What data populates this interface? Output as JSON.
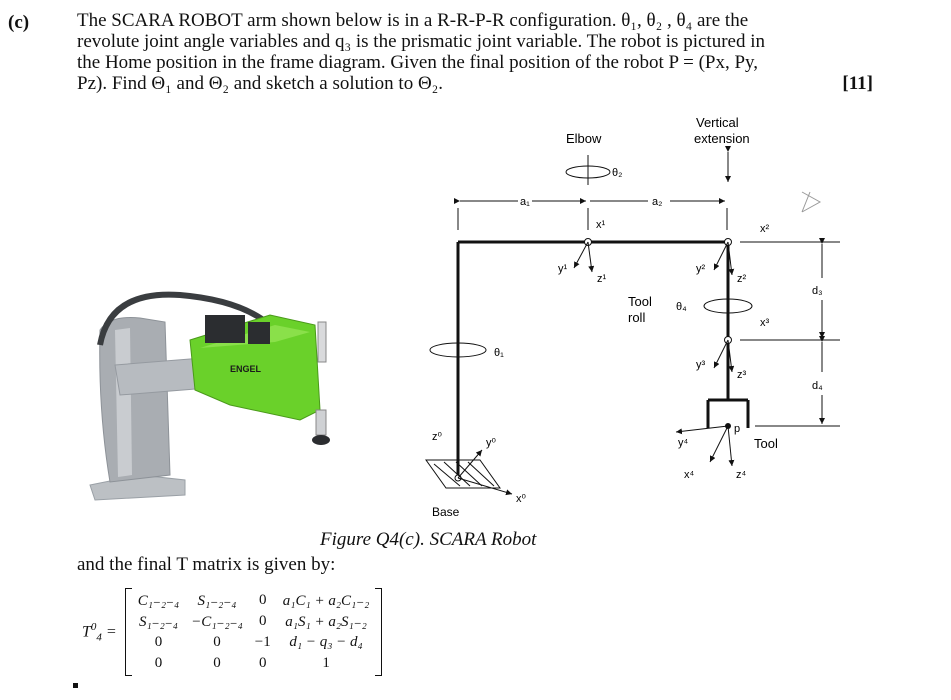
{
  "question": {
    "label": "(c)",
    "lines": [
      "The SCARA ROBOT arm shown below is in a R-R-P-R configuration. θ₁, θ₂ , θ₄ are the",
      "revolute joint angle variables and q₃ is the prismatic joint variable. The robot is pictured in",
      "the Home position in the frame diagram. Given the final position of the robot P = (Px, Py,",
      "Pz). Find Θ₁ and Θ₂ and sketch a solution to Θ₂."
    ],
    "marks": "[11]"
  },
  "diagram": {
    "elbow": "Elbow",
    "vertical": "Vertical",
    "extension": "extension",
    "theta2": "θ₂",
    "a1": "a₁",
    "a2": "a₂",
    "x1": "x¹",
    "y1": "y¹",
    "z1": "z¹",
    "x2": "x²",
    "y2": "y²",
    "z2": "z²",
    "d3": "d₃",
    "tool_roll_1": "Tool",
    "tool_roll_2": "roll",
    "theta4": "θ₄",
    "x3": "x³",
    "y3": "y³",
    "z3": "z³",
    "theta1": "θ₁",
    "d4": "d₄",
    "z0": "z⁰",
    "y0": "y⁰",
    "x0": "x⁰",
    "p": "p",
    "y4": "y⁴",
    "x4": "x⁴",
    "z4": "z⁴",
    "tool": "Tool",
    "base": "Base",
    "robot_brand": "ENGEL"
  },
  "caption": "Figure Q4(c). SCARA Robot",
  "matrix_intro": "and the final T matrix is given by:",
  "matrix": {
    "lhs_symbol": "T",
    "lhs_sub": "4",
    "lhs_sup": "0",
    "rows": [
      [
        "C₁₋₂₋₄",
        "S₁₋₂₋₄",
        "0",
        "a₁C₁ + a₂C₁₋₂"
      ],
      [
        "S₁₋₂₋₄",
        "−C₁₋₂₋₄",
        "0",
        "a₁S₁ + a₂S₁₋₂"
      ],
      [
        "0",
        "0",
        "−1",
        "d₁ − q₃ − d₄"
      ],
      [
        "0",
        "0",
        "0",
        "1"
      ]
    ]
  }
}
